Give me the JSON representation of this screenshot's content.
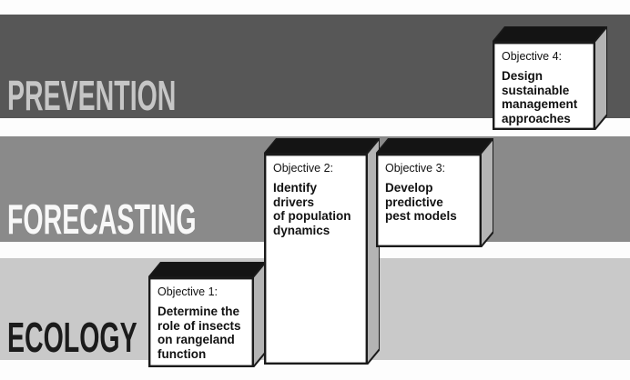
{
  "figure": {
    "bands": [
      {
        "label": "PREVENTION",
        "band_color": "#575757",
        "label_color": "#c6c6c6"
      },
      {
        "label": "FORECASTING",
        "band_color": "#8a8a8a",
        "label_color": "#f8f8f8"
      },
      {
        "label": "ECOLOGY",
        "band_color": "#c9c9c9",
        "label_color": "#1b1b1b"
      }
    ],
    "objectives": [
      {
        "title": "Objective 1:",
        "body": "Determine the\nrole of insects\non rangeland\nfunction"
      },
      {
        "title": "Objective 2:",
        "body": "Identify drivers\nof population\ndynamics"
      },
      {
        "title": "Objective 3:",
        "body": "Develop\npredictive\npest models"
      },
      {
        "title": "Objective 4:",
        "body": "Design\nsustainable\nmanagement\napproaches"
      }
    ],
    "box_style": {
      "front_face_color": "#ffffff",
      "top_face_color": "#141414",
      "side_face_color": "#b4b4b4",
      "outline_color": "#1a1a1a"
    }
  }
}
